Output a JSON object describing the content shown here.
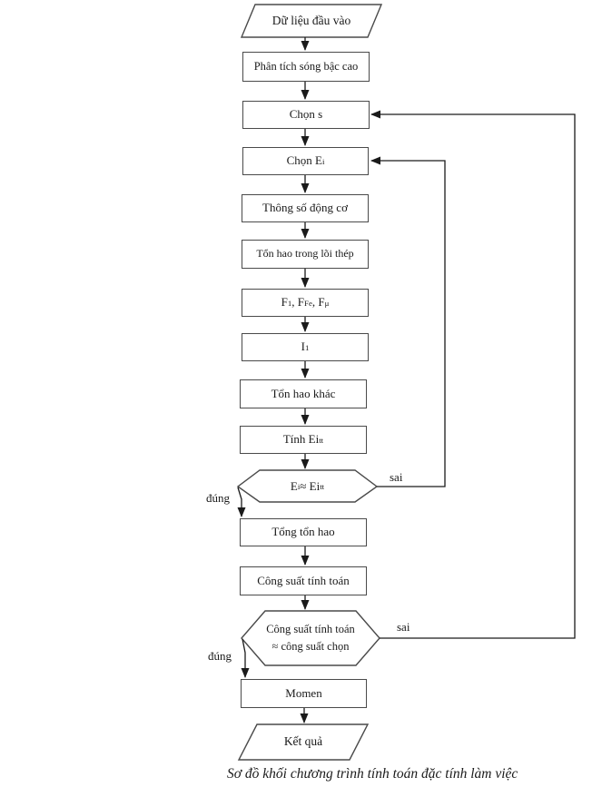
{
  "diagram": {
    "caption": "Sơ đồ khối chương trình tính toán đặc tính làm việc",
    "nodes": {
      "input": {
        "label": "Dữ liệu đầu vào",
        "type": "parallelogram"
      },
      "phan_tich": {
        "label": "Phân tích sóng bậc cao",
        "type": "process"
      },
      "chon_s": {
        "label": "Chọn s",
        "type": "process"
      },
      "chon_ei": {
        "parts": [
          {
            "t": "Chọn E"
          },
          {
            "sub": "i"
          }
        ],
        "type": "process"
      },
      "thong_so": {
        "label": "Thông số động cơ",
        "type": "process"
      },
      "ton_hao_loi_thep": {
        "label": "Tổn hao trong lõi thép",
        "type": "process"
      },
      "f_values": {
        "parts": [
          {
            "t": "F"
          },
          {
            "sub": "1"
          },
          {
            "t": ", F"
          },
          {
            "sub": "Fe"
          },
          {
            "t": ", F"
          },
          {
            "sub": "μ"
          }
        ],
        "type": "process"
      },
      "i1": {
        "parts": [
          {
            "t": "I"
          },
          {
            "sub": "1"
          }
        ],
        "type": "process"
      },
      "ton_hao_khac": {
        "label": "Tổn hao khác",
        "type": "process"
      },
      "tinh_ei": {
        "parts": [
          {
            "t": "Tính Ei"
          },
          {
            "sub": "tt"
          }
        ],
        "type": "process"
      },
      "decision_ei": {
        "parts": [
          {
            "t": "E"
          },
          {
            "sub": "i"
          },
          {
            "t": " ≈ Ei"
          },
          {
            "sub": "tt"
          }
        ],
        "type": "decision"
      },
      "tong_ton_hao": {
        "label": "Tổng tổn hao",
        "type": "process"
      },
      "cong_suat": {
        "label": "Công suất tính toán",
        "type": "process"
      },
      "decision_cong_suat": {
        "line1": "Công suất tính toán",
        "line2": "≈ công suất chọn",
        "type": "decision"
      },
      "momen": {
        "label": "Momen",
        "type": "process"
      },
      "ket_qua": {
        "label": "Kết quả",
        "type": "parallelogram"
      }
    },
    "edge_labels": {
      "sai_1": "sai",
      "dung_1": "đúng",
      "sai_2": "sai",
      "dung_2": "đúng"
    },
    "colors": {
      "line": "#1a1a1a",
      "box-border": "#4a4a4a",
      "text": "#1a1a1a",
      "bg": "#ffffff"
    }
  }
}
